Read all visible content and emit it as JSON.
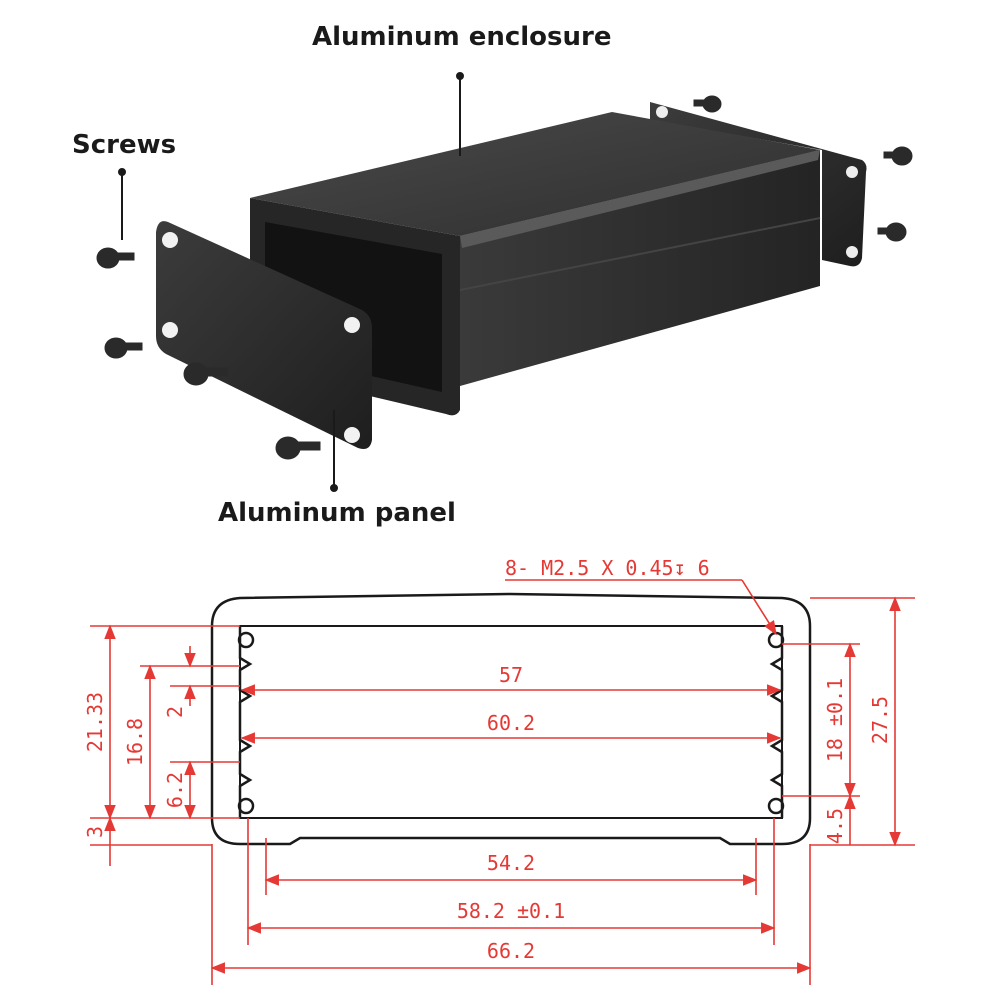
{
  "callouts": {
    "enclosure": "Aluminum enclosure",
    "screws": "Screws",
    "panel": "Aluminum panel"
  },
  "drawing": {
    "thread_note": "8- M2.5 X 0.45↧ 6",
    "dims": {
      "inner_slot_width": "57",
      "inner_width": "60.2",
      "bottom_inner_width": "54.2",
      "panel_width": "58.2 ±0.1",
      "overall_width": "66.2",
      "left_height_a": "21.33",
      "left_height_b": "16.8",
      "slot_pitch": "2",
      "slot_offset": "6.2",
      "base_thickness": "3",
      "right_inner_height": "18 ±0.1",
      "overall_height": "27.5",
      "screw_offset": "4.5"
    }
  },
  "colors": {
    "dimension": "#e53935",
    "enclosure": "#2b2b2b",
    "label": "#1a1a1a"
  }
}
